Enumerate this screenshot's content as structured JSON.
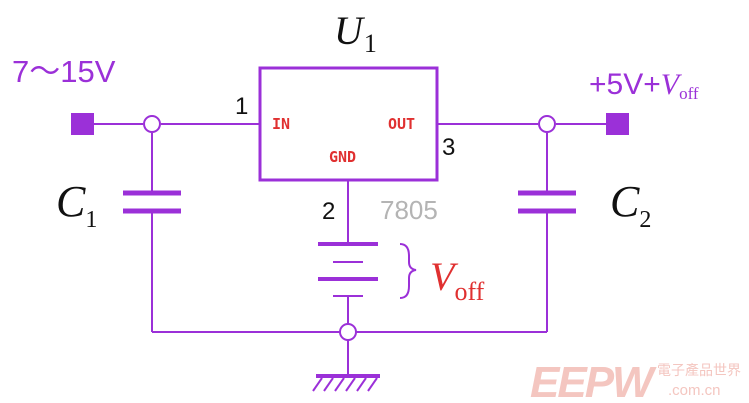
{
  "colors": {
    "wire": "#9b30d8",
    "text_black": "#111111",
    "text_red": "#e03030",
    "ghost_gray": "#b4b4b4",
    "watermark": "#f4c6c0"
  },
  "regulator": {
    "designator_main": "U",
    "designator_sub": "1",
    "part_number": "7805",
    "pin_in_label": "IN",
    "pin_out_label": "OUT",
    "pin_gnd_label": "GND",
    "pin_in_number": "1",
    "pin_gnd_number": "2",
    "pin_out_number": "3"
  },
  "input": {
    "voltage_label": "7～15V"
  },
  "output": {
    "voltage_prefix": "+5V+",
    "voltage_var": "V",
    "voltage_sub": "off"
  },
  "capacitors": {
    "c1_main": "C",
    "c1_sub": "1",
    "c2_main": "C",
    "c2_sub": "2"
  },
  "offset": {
    "var_main": "V",
    "var_sub": "off"
  },
  "watermark": {
    "brand": "EEPW",
    "tagline": "電子產品世界",
    "domain": ".com.cn"
  }
}
